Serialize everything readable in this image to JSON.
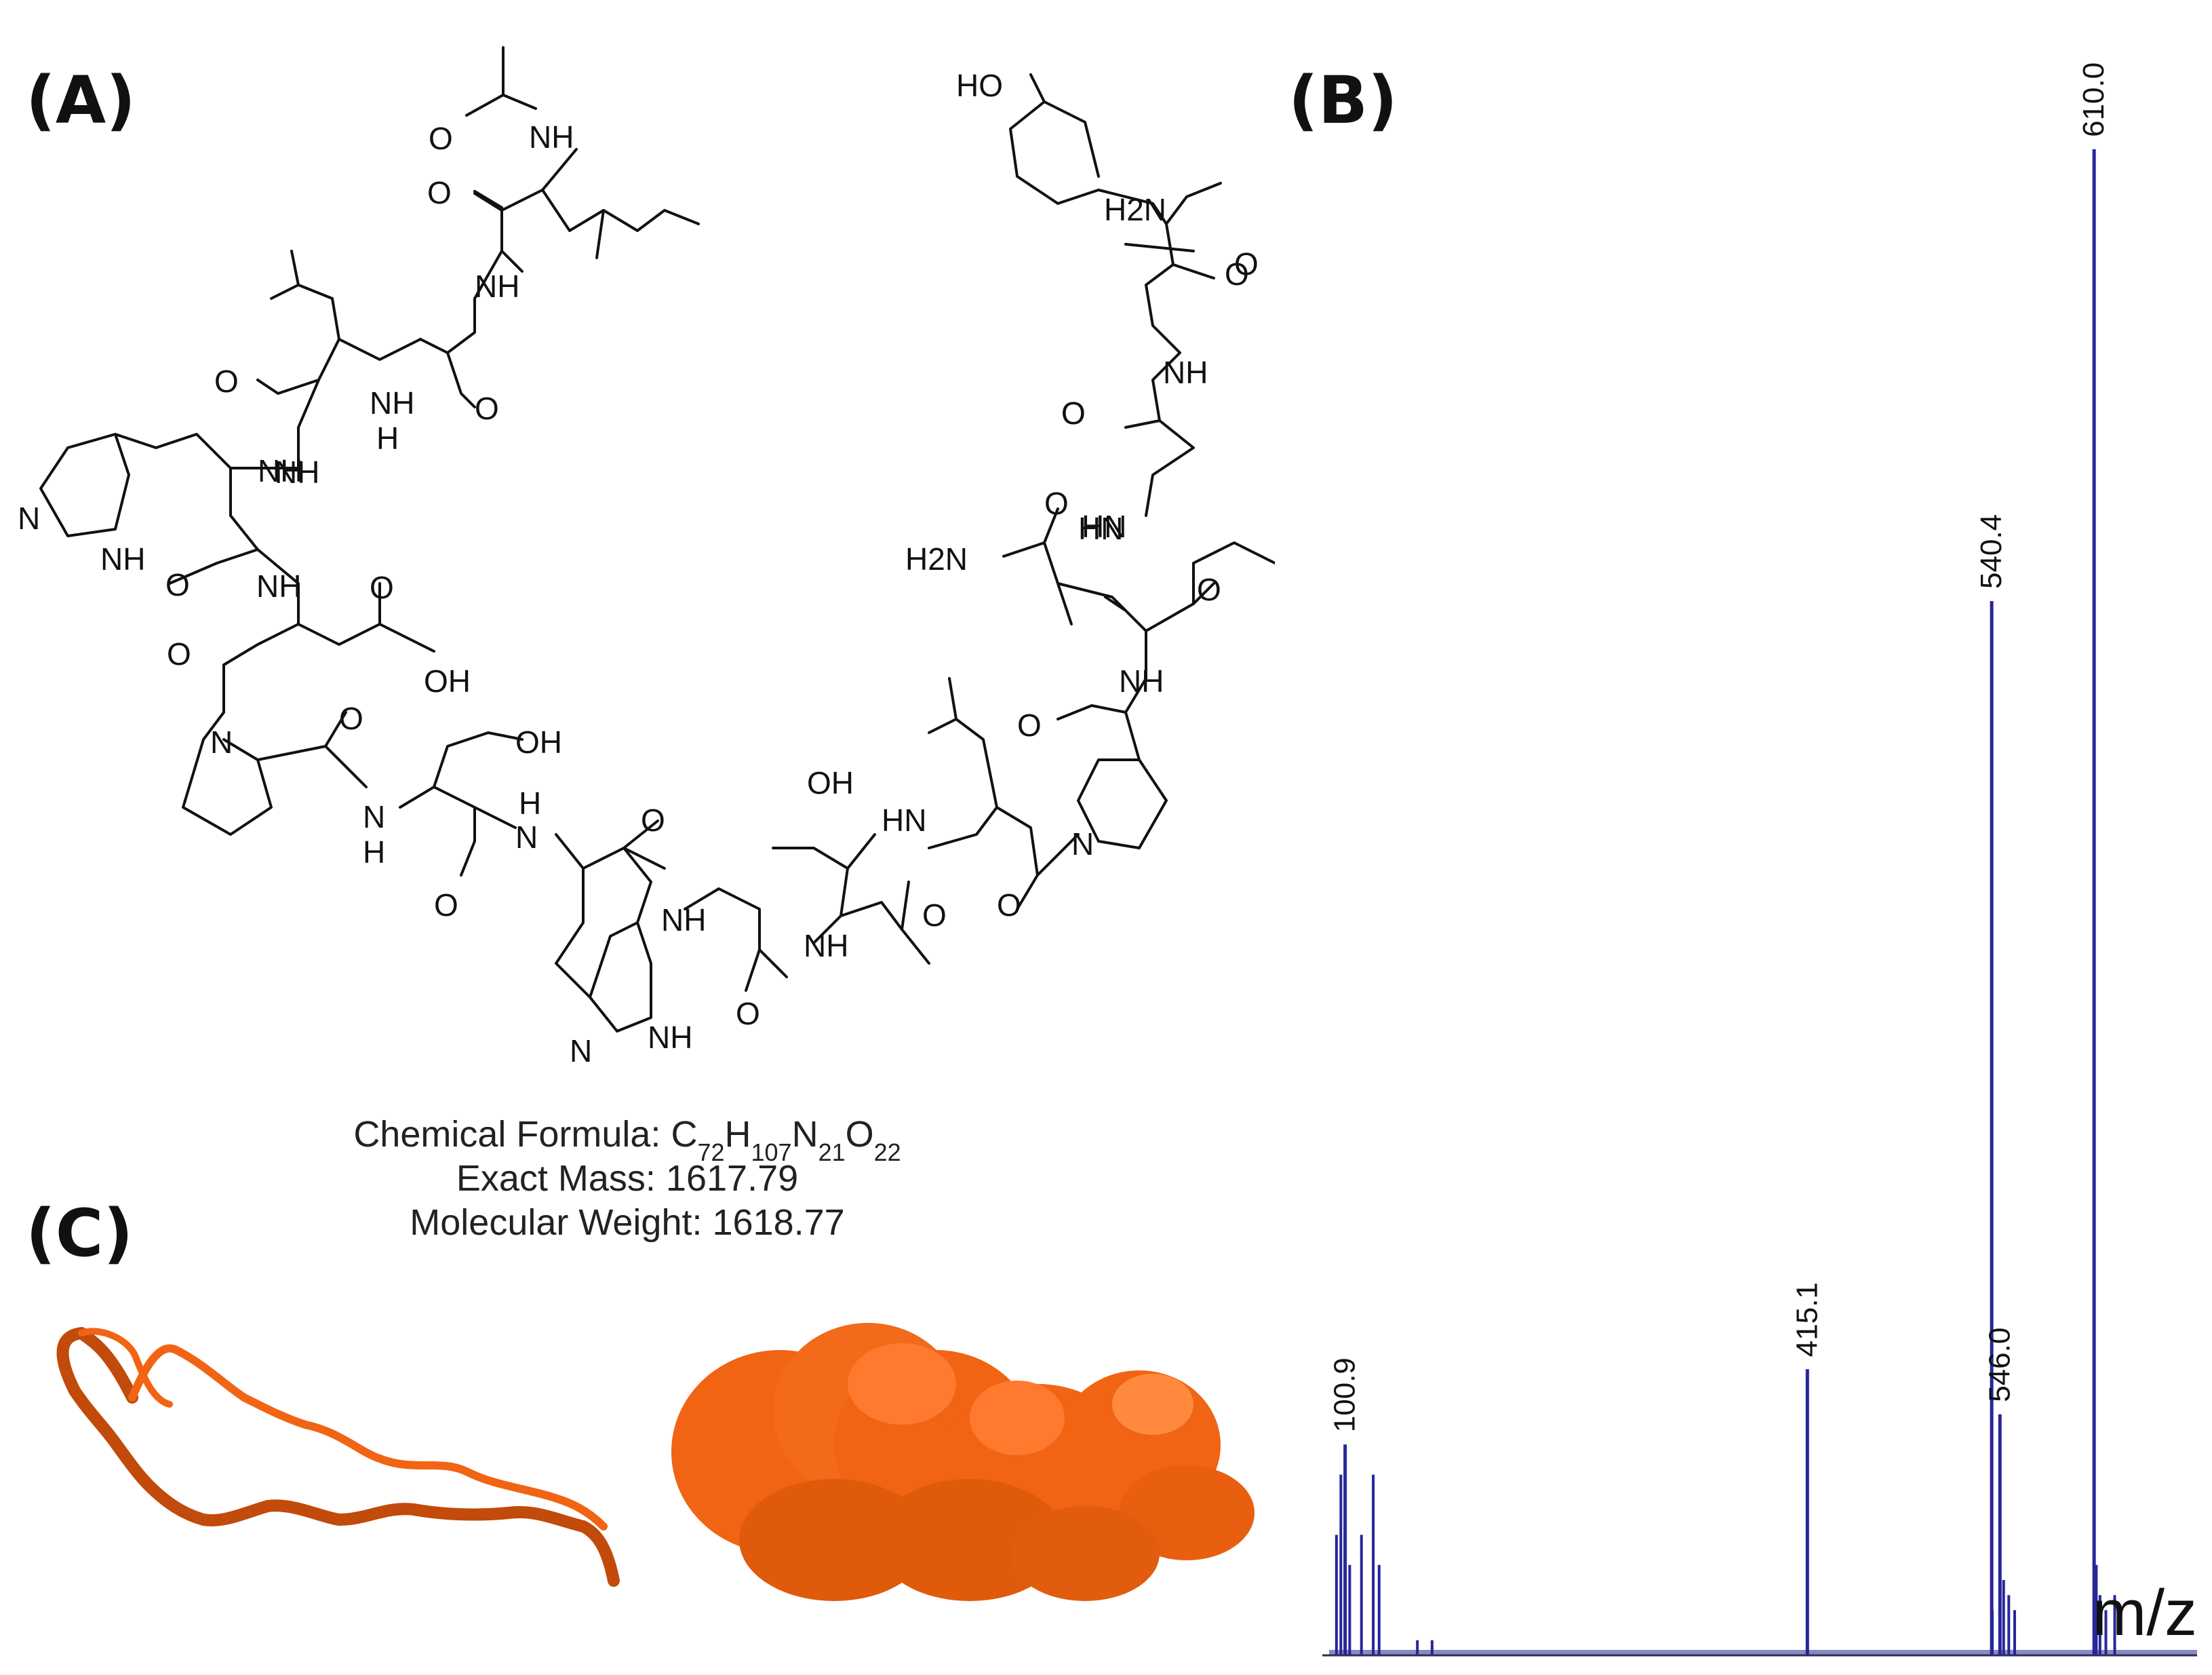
{
  "panels": {
    "a": "(A)",
    "b": "(B)",
    "c": "(C)"
  },
  "molecule": {
    "atom_labels": [
      "HO",
      "NH",
      "O",
      "NH",
      "O",
      "NH",
      "N",
      "NH",
      "O",
      "NH",
      "O",
      "H",
      "O",
      "NH",
      "NH",
      "O",
      "OH",
      "O",
      "N",
      "O",
      "OH",
      "N",
      "H",
      "O",
      "N",
      "H",
      "O",
      "NH",
      "O",
      "N",
      "NH",
      "NH",
      "OH",
      "HN",
      "O",
      "O",
      "O",
      "N",
      "O",
      "NH",
      "O",
      "HN",
      "H2N",
      "O",
      "HN",
      "O",
      "NH",
      "O",
      "O",
      "H2N"
    ],
    "formula": {
      "prefix": "Chemical Formula: ",
      "elements": [
        {
          "symbol": "C",
          "count": "72"
        },
        {
          "symbol": "H",
          "count": "107"
        },
        {
          "symbol": "N",
          "count": "21"
        },
        {
          "symbol": "O",
          "count": "22"
        }
      ]
    },
    "exact_mass": "Exact Mass: 1617.79",
    "molecular_weight": "Molecular Weight: 1618.77"
  },
  "chart_data": {
    "type": "bar",
    "xlabel": "m/z",
    "ylabel": "",
    "labeled_peaks": [
      {
        "mz": 100.9,
        "label": "100.9",
        "intensity": 0.14
      },
      {
        "mz": 415.1,
        "label": "415.1",
        "intensity": 0.19
      },
      {
        "mz": 540.4,
        "label": "540.4",
        "intensity": 0.7
      },
      {
        "mz": 546.0,
        "label": "546.0",
        "intensity": 0.16
      },
      {
        "mz": 610.0,
        "label": "610.0",
        "intensity": 1.0
      }
    ],
    "minor_peaks": [
      {
        "mz": 95,
        "intensity": 0.08
      },
      {
        "mz": 98,
        "intensity": 0.12
      },
      {
        "mz": 104,
        "intensity": 0.06
      },
      {
        "mz": 112,
        "intensity": 0.08
      },
      {
        "mz": 120,
        "intensity": 0.12
      },
      {
        "mz": 124,
        "intensity": 0.06
      },
      {
        "mz": 150,
        "intensity": 0.01
      },
      {
        "mz": 160,
        "intensity": 0.01
      },
      {
        "mz": 540.8,
        "intensity": 0.03
      },
      {
        "mz": 548.5,
        "intensity": 0.05
      },
      {
        "mz": 552,
        "intensity": 0.04
      },
      {
        "mz": 556,
        "intensity": 0.03
      },
      {
        "mz": 611.5,
        "intensity": 0.06
      },
      {
        "mz": 614,
        "intensity": 0.04
      },
      {
        "mz": 618,
        "intensity": 0.03
      },
      {
        "mz": 624,
        "intensity": 0.04
      }
    ],
    "colors": {
      "line": "#26269a",
      "axis": "#333333"
    }
  },
  "structure_colors": {
    "protein": "#f06414",
    "protein_dark": "#c24a0a",
    "protein_light": "#ff8a3d"
  }
}
